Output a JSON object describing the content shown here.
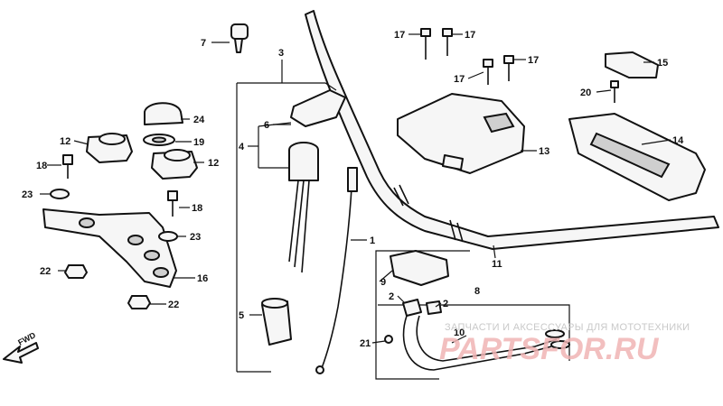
{
  "callouts": [
    "1",
    "2",
    "2",
    "3",
    "4",
    "5",
    "6",
    "7",
    "8",
    "9",
    "10",
    "11",
    "12",
    "12",
    "13",
    "14",
    "15",
    "16",
    "17",
    "17",
    "17",
    "17",
    "18",
    "18",
    "19",
    "20",
    "21",
    "22",
    "22",
    "23",
    "23",
    "24"
  ],
  "fwd_label": "FWD",
  "watermark": {
    "text": "ЗАПЧАСТИ И АКСЕССУАРЫ ДЛЯ МОТОТЕХНИКИ",
    "logo": "PARTSFOR.RU"
  }
}
